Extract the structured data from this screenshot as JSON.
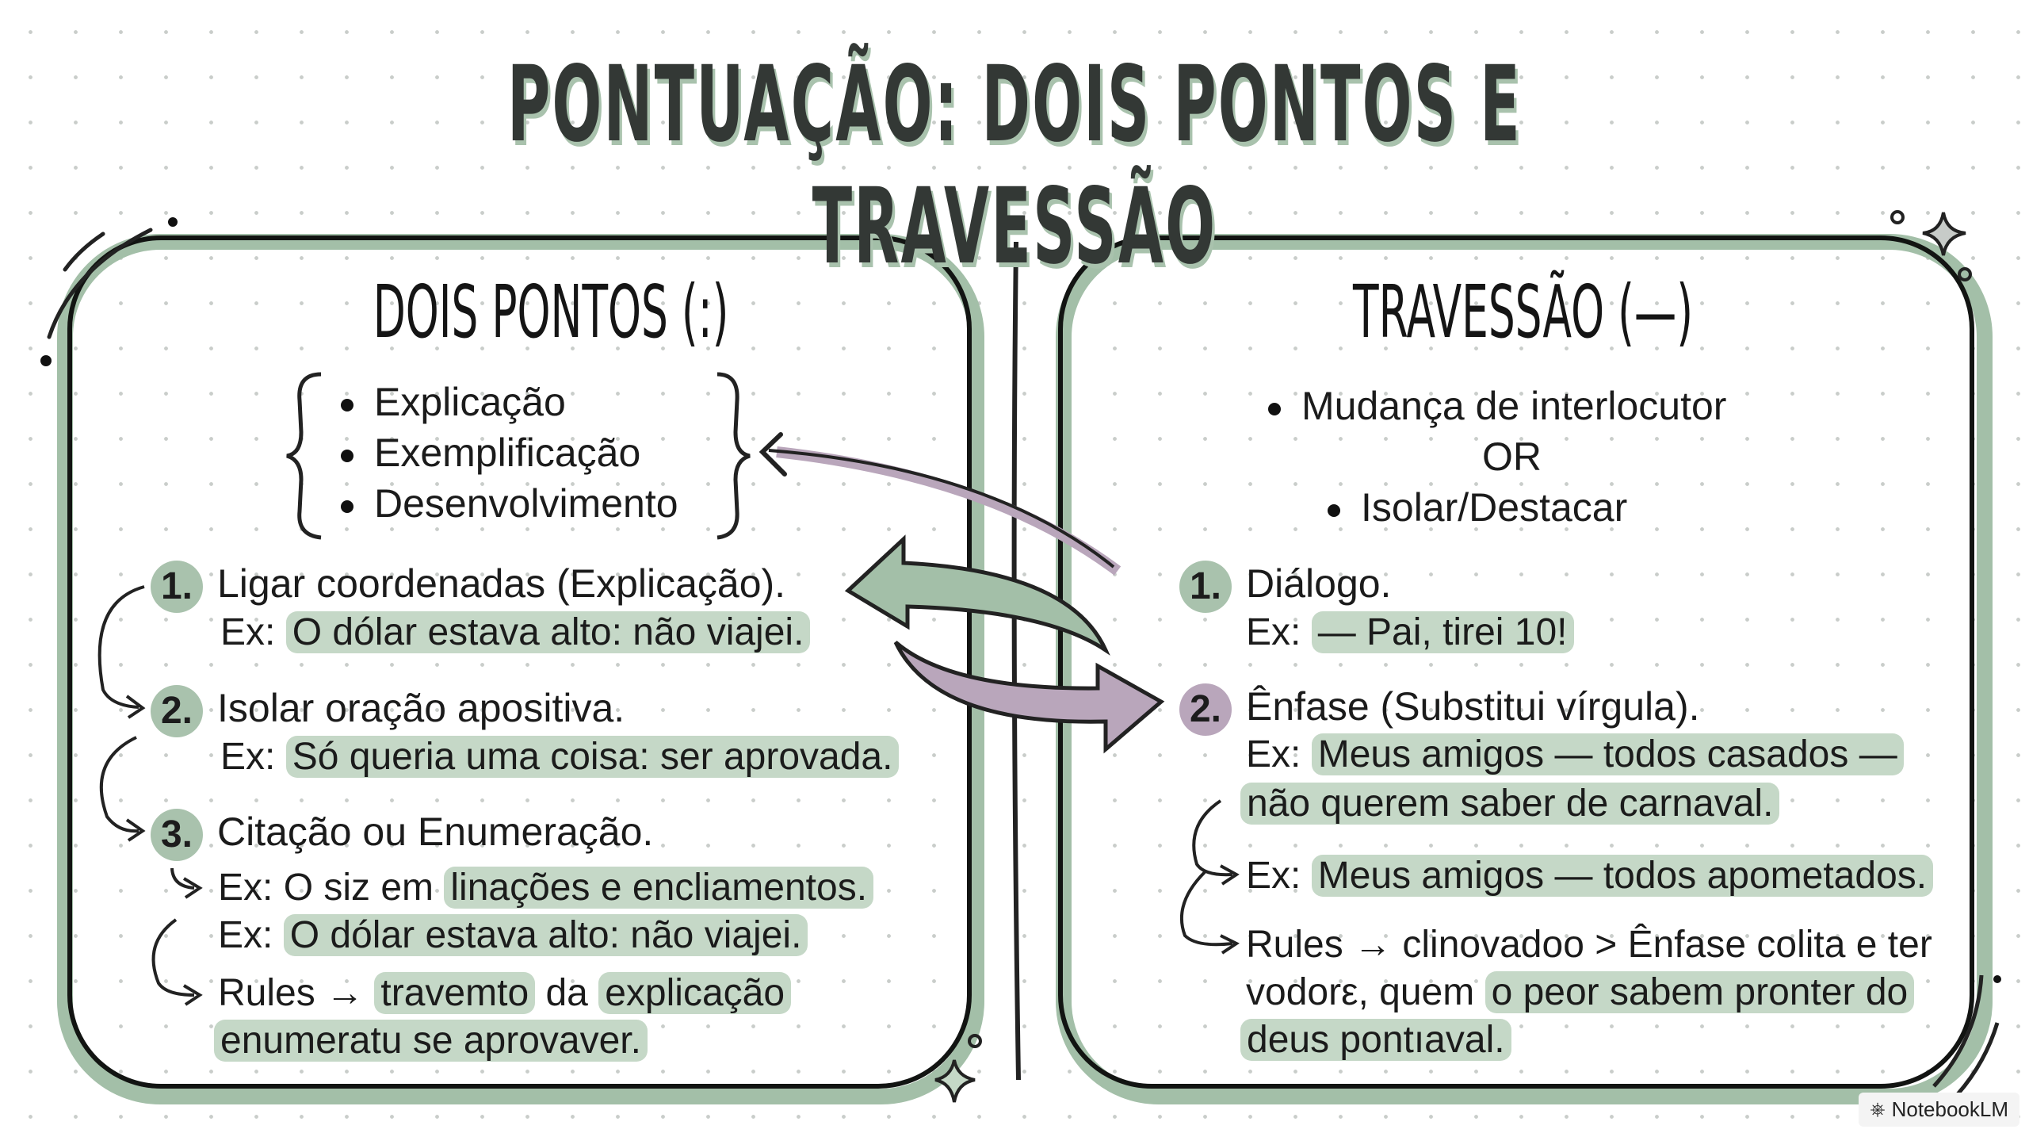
{
  "title": "PONTUAÇÃO: DOIS PONTOS E TRAVESSÃO",
  "colors": {
    "green": "#a3bfa8",
    "green_highlight": "#c5d8c7",
    "purple": "#b9a6bb",
    "ink": "#121412"
  },
  "left_panel": {
    "heading": "DOIS PONTOS (:)",
    "bullets": [
      "Explicação",
      "Exemplificação",
      "Desenvolvimento"
    ],
    "items": [
      {
        "number": "1.",
        "text": "Ligar coordenadas (Explicação).",
        "example_prefix": "Ex:",
        "example": "O dólar estava alto: não viajei."
      },
      {
        "number": "2.",
        "text": "Isolar oração apositiva.",
        "example_prefix": "Ex:",
        "example": "Só queria uma coisa: ser aprovada."
      },
      {
        "number": "3.",
        "text": "Citação ou Enumeração."
      }
    ],
    "extra_lines": {
      "ex1_prefix": "Ex: O siz em",
      "ex1_highlight": "linações e encliamentos.",
      "ex2_prefix": "Ex:",
      "ex2_highlight": "O dólar estava alto: não viajei.",
      "rules_prefix": "Rules →",
      "rules_h1": "travemto",
      "rules_mid": "da",
      "rules_h2": "explicação",
      "rules_line2": "enumeratu se aprovaver."
    }
  },
  "right_panel": {
    "heading": "TRAVESSÃO (—)",
    "bullet1": "Mudança de interlocutor",
    "or_label": "OR",
    "bullet2": "Isolar/Destacar",
    "items": [
      {
        "number": "1.",
        "text": "Diálogo.",
        "example_prefix": "Ex:",
        "example": "— Pai, tirei 10!"
      },
      {
        "number": "2.",
        "text": "Ênfase (Substitui vírgula).",
        "example_prefix": "Ex:",
        "example": "Meus amigos — todos casados —",
        "example_line2": "não querem saber de carnaval."
      }
    ],
    "extra_lines": {
      "ex_prefix": "Ex:",
      "ex_highlight": "Meus amigos — todos apometados.",
      "rules_line1": "Rules → clinovadoo > Ênfase colita e ter",
      "rules_line2_prefix": "vodorε, quem",
      "rules_line2_highlight": "o peor sabem pronter do",
      "rules_line3_highlight": "deus pontıaval."
    }
  },
  "watermark": "NotebookLM"
}
